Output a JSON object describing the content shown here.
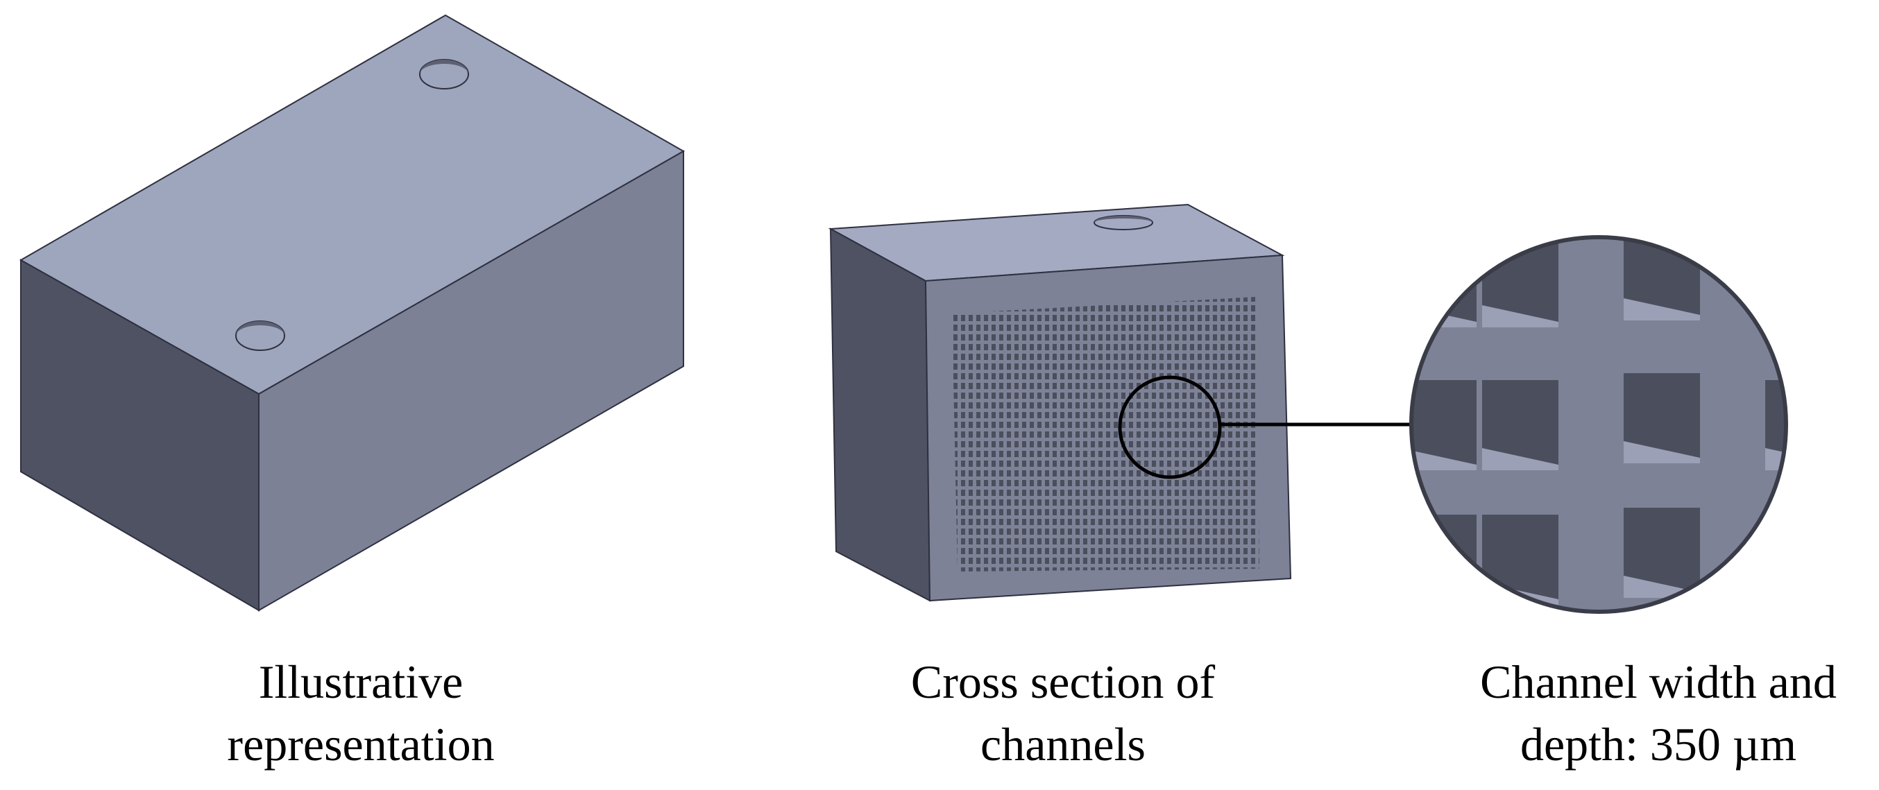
{
  "colors": {
    "top_face": "#9ea6bd",
    "right_face": "#7c8196",
    "left_face": "#4f5262",
    "edge": "#2e3040",
    "hole_shade": "#5c6072",
    "channel_dark": "#4b4e5c",
    "channel_floor": "#9ba0b6",
    "callout": "#000000"
  },
  "captions": {
    "block": {
      "line1": "Illustrative",
      "line2": "representation"
    },
    "section": {
      "line1": "Cross section of",
      "line2": "channels"
    },
    "detail": {
      "line1": "Channel width and",
      "line2": "depth: 350 µm"
    }
  }
}
